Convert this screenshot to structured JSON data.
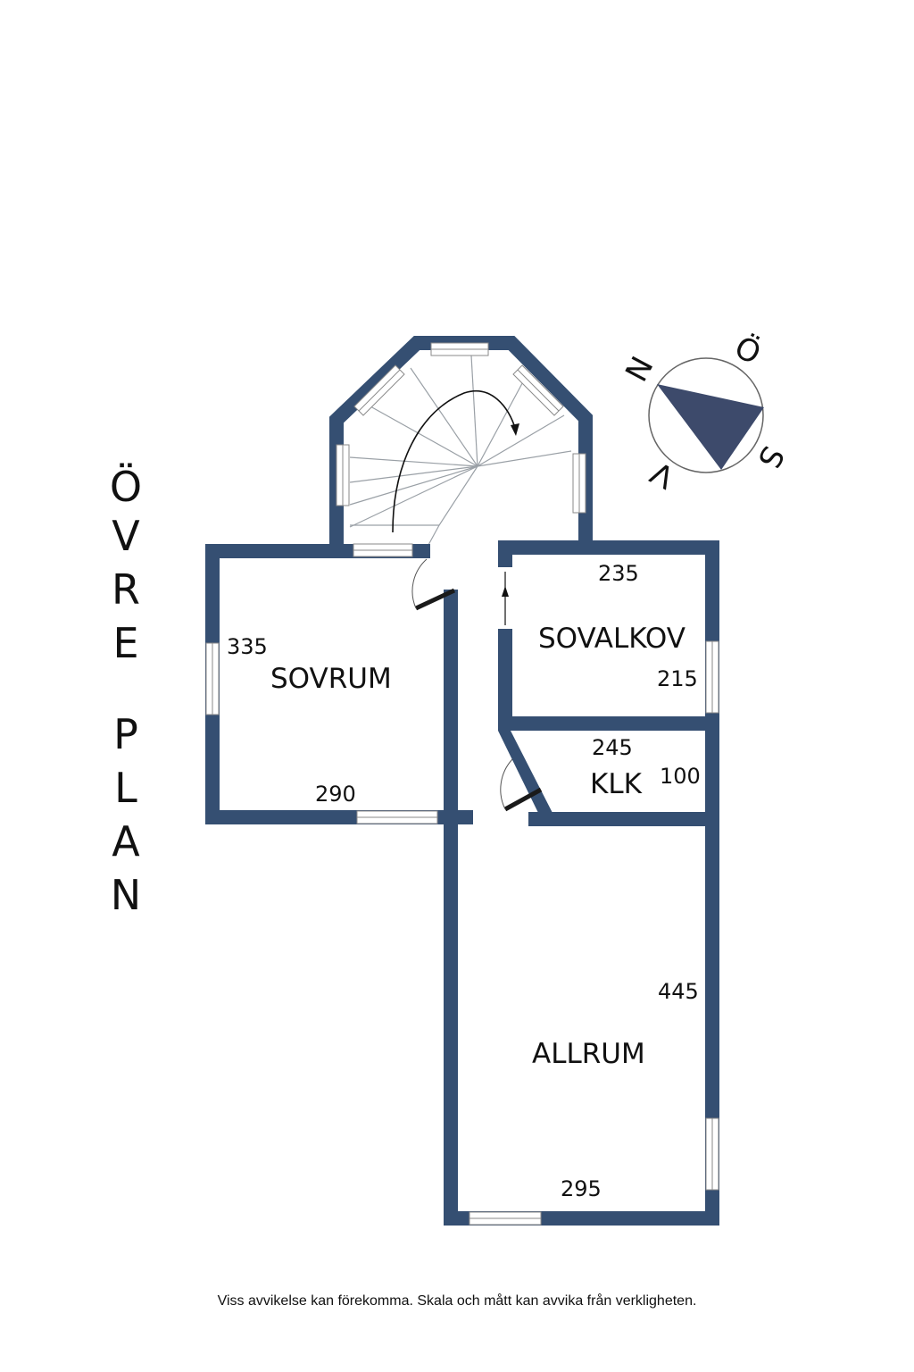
{
  "title": {
    "word1": [
      "Ö",
      "V",
      "R",
      "E"
    ],
    "word2": [
      "P",
      "L",
      "A",
      "N"
    ]
  },
  "rooms": {
    "sovrum": {
      "name": "SOVRUM",
      "dim_a": "335",
      "dim_b": "290"
    },
    "sovalkov": {
      "name": "SOVALKOV",
      "dim_a": "235",
      "dim_b": "215"
    },
    "klk": {
      "name": "KLK",
      "dim_a": "245",
      "dim_b": "100"
    },
    "allrum": {
      "name": "ALLRUM",
      "dim_a": "445",
      "dim_b": "295"
    }
  },
  "compass": {
    "n": "N",
    "o": "Ö",
    "s": "S",
    "v": "V"
  },
  "disclaimer": "Viss avvikelse kan förekomma. Skala och mått kan avvika från verkligheten.",
  "colors": {
    "wall": "#354f72",
    "compass_needle": "#3d4a6b"
  }
}
